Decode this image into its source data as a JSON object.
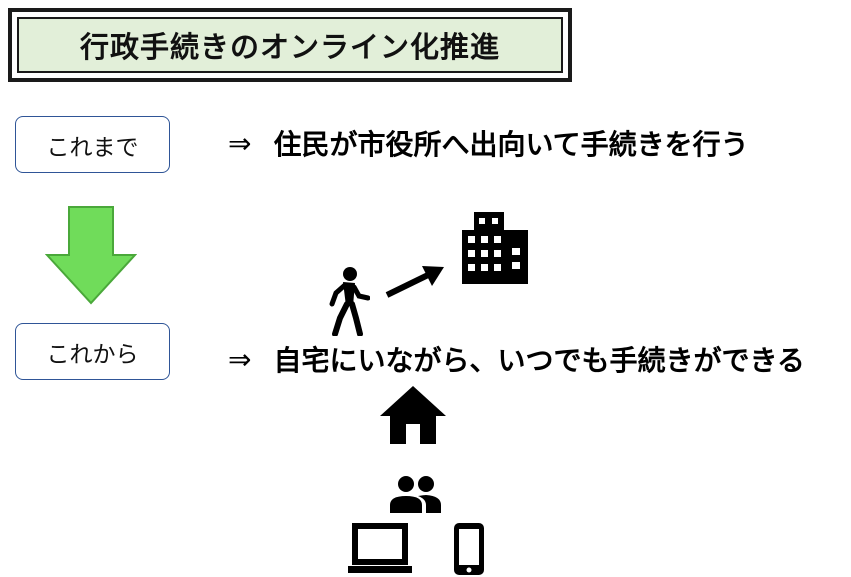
{
  "title": "行政手続きのオンライン化推進",
  "before": {
    "label": "これまで",
    "arrow": "⇒",
    "text": "住民が市役所へ出向いて手続きを行う"
  },
  "after": {
    "label": "これから",
    "arrow": "⇒",
    "text": "自宅にいながら、いつでも手続きができる"
  },
  "colors": {
    "title_fill": "#e2efd9",
    "label_border": "#2f5597",
    "down_arrow_fill": "#70dc5a",
    "down_arrow_stroke": "#4aa83a"
  },
  "icons": [
    "down-arrow",
    "walking-person-icon",
    "arrow-right-up-icon",
    "office-building-icon",
    "home-icon",
    "people-icon",
    "laptop-icon",
    "smartphone-icon"
  ]
}
